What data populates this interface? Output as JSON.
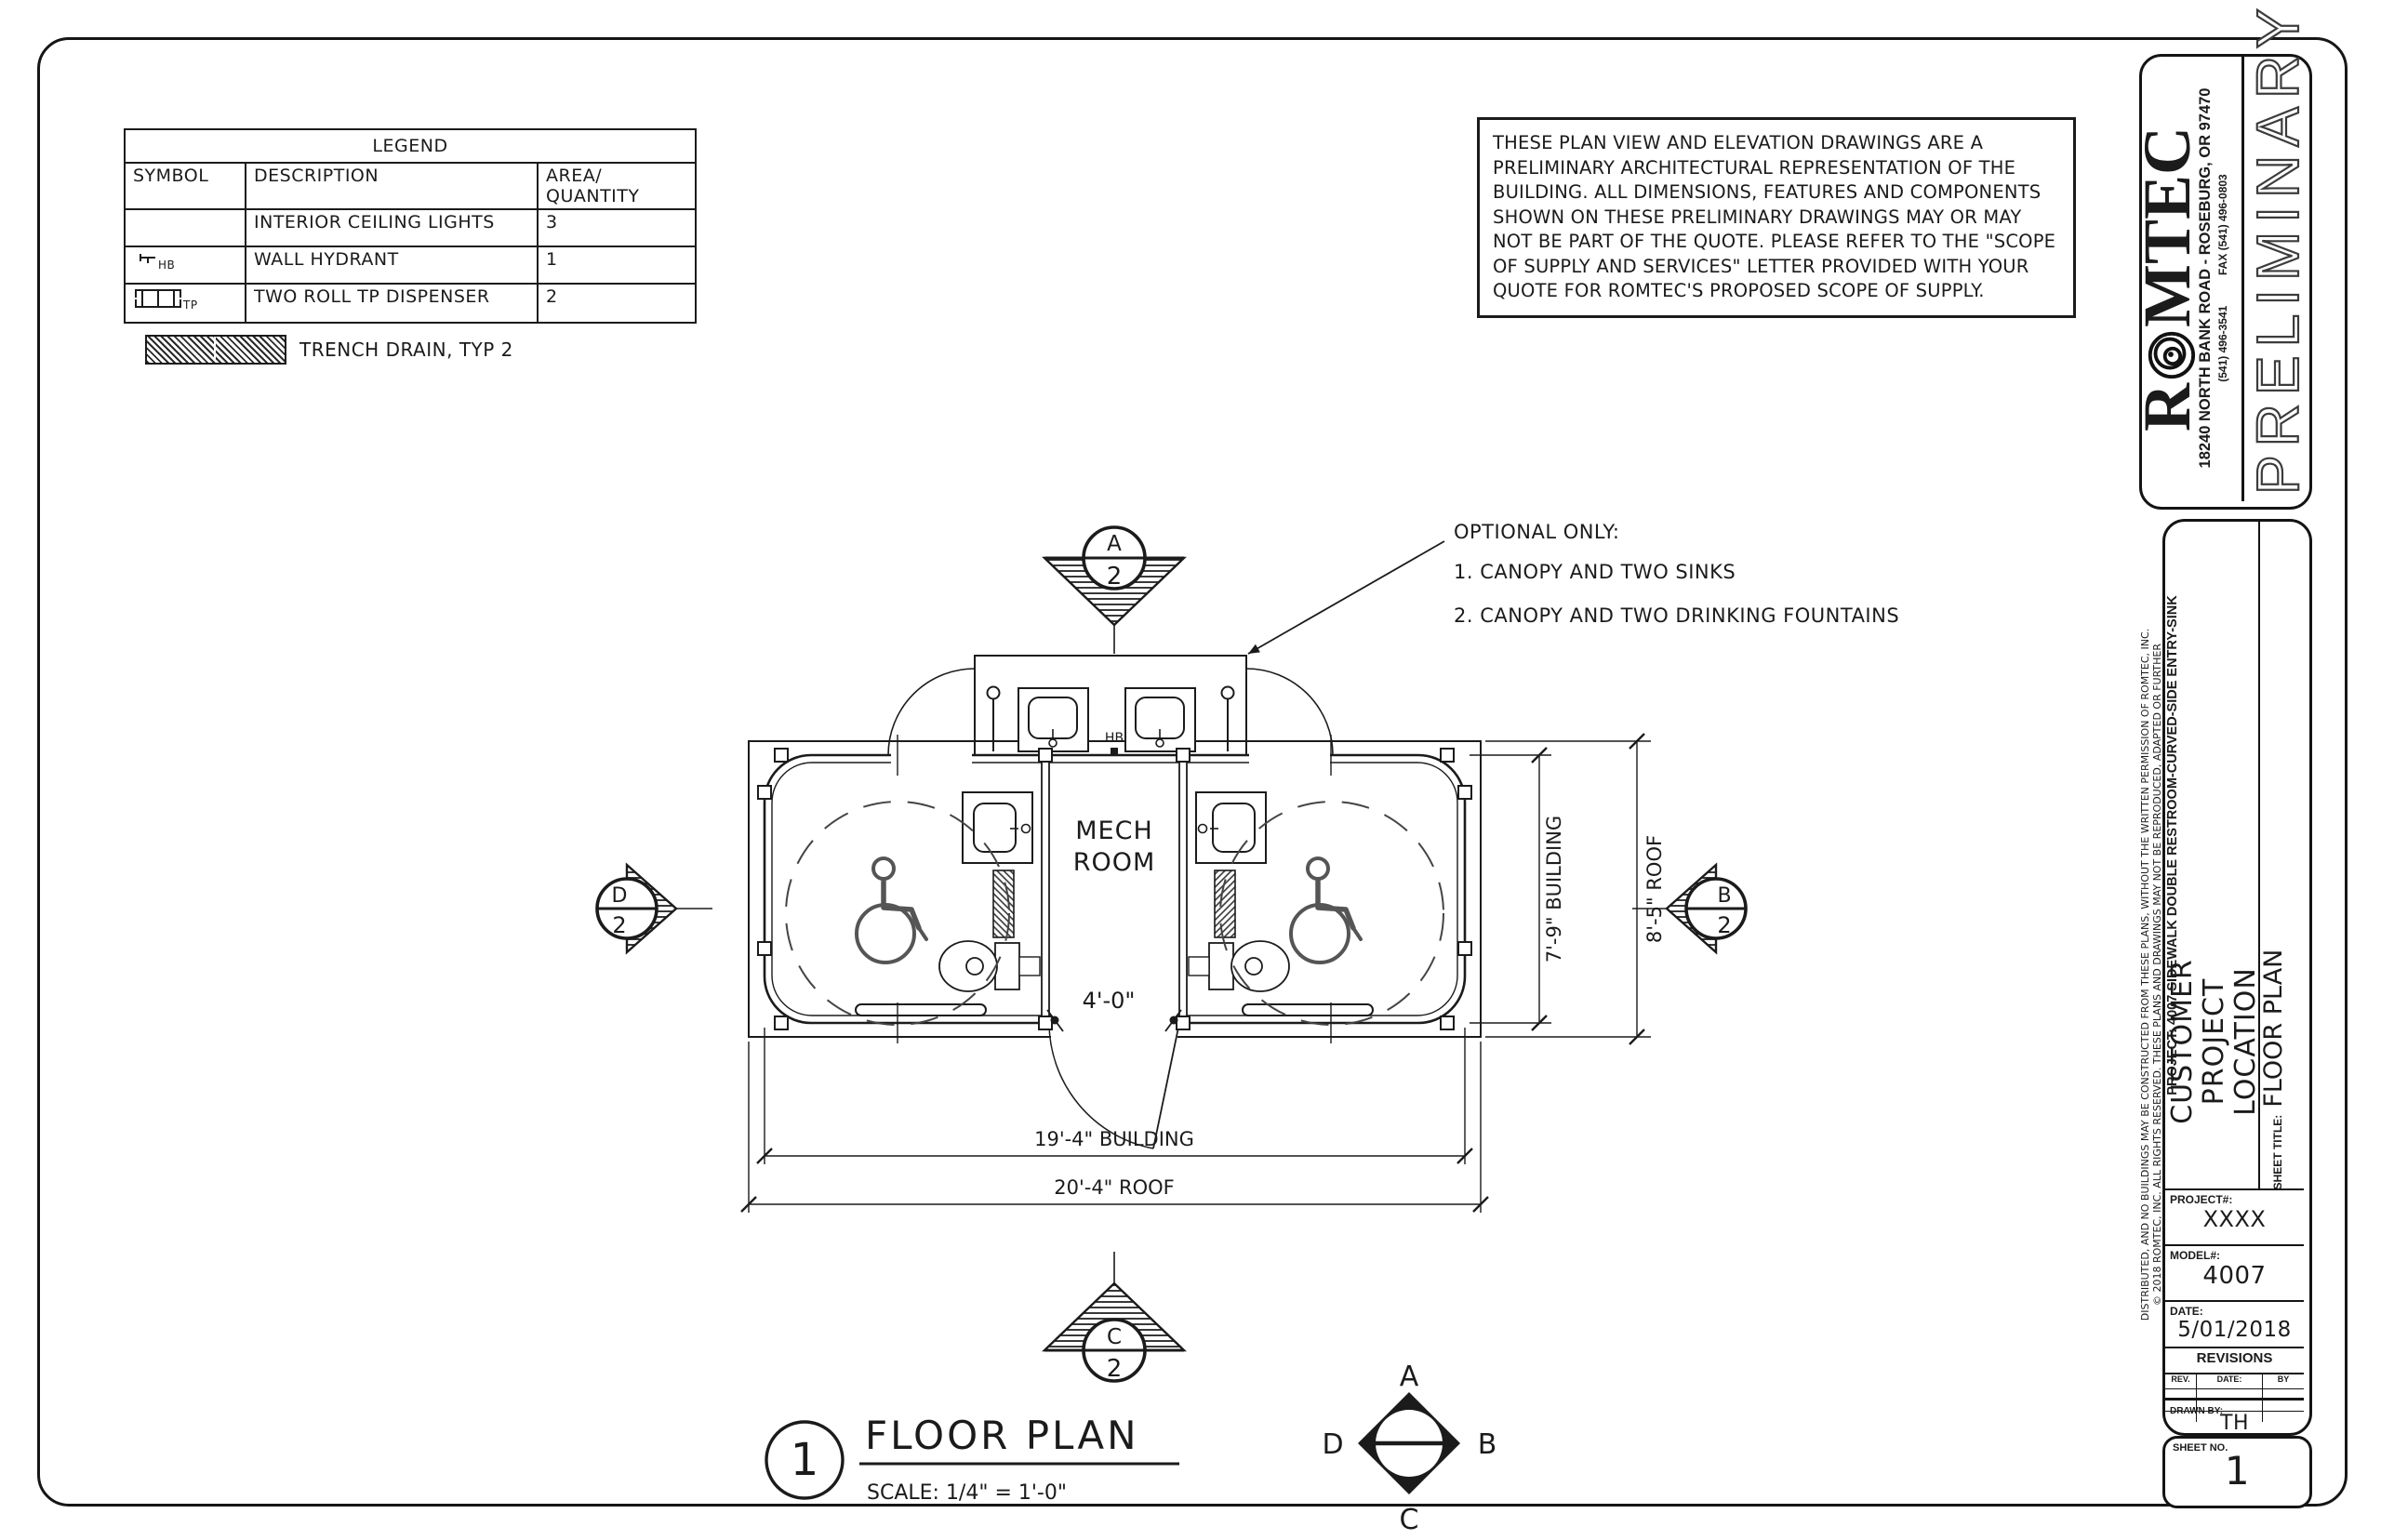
{
  "legend": {
    "title": "LEGEND",
    "col_symbol": "SYMBOL",
    "col_description": "DESCRIPTION",
    "col_area1": "AREA/",
    "col_area2": "QUANTITY",
    "rows": [
      {
        "symbol": "",
        "description": "INTERIOR CEILING LIGHTS",
        "qty": "3"
      },
      {
        "symbol": "HB",
        "description": "WALL HYDRANT",
        "qty": "1"
      },
      {
        "symbol": "TP",
        "description": "TWO ROLL TP DISPENSER",
        "qty": "2"
      }
    ],
    "trench_note": "TRENCH DRAIN, TYP 2"
  },
  "disclaimer": "THESE PLAN VIEW AND ELEVATION DRAWINGS ARE A PRELIMINARY ARCHITECTURAL REPRESENTATION OF THE BUILDING. ALL DIMENSIONS, FEATURES AND COMPONENTS SHOWN ON THESE PRELIMINARY DRAWINGS MAY OR MAY NOT BE PART OF THE QUOTE. PLEASE REFER TO THE \"SCOPE OF SUPPLY AND SERVICES\" LETTER PROVIDED WITH YOUR QUOTE FOR ROMTEC'S PROPOSED SCOPE OF SUPPLY.",
  "optional_note": {
    "title": "OPTIONAL ONLY:",
    "item1": "1. CANOPY AND TWO SINKS",
    "item2": "2. CANOPY AND TWO DRINKING FOUNTAINS"
  },
  "plan": {
    "room_label_1": "MECH",
    "room_label_2": "ROOM",
    "door_dim": "4'-0\"",
    "hb_label": "HB",
    "dim_building_w": "19'-4\" BUILDING",
    "dim_roof_w": "20'-4\" ROOF",
    "dim_building_h": "7'-9\" BUILDING",
    "dim_roof_h": "8'-5\" ROOF",
    "section_top_letter": "A",
    "section_top_num": "2",
    "section_right_letter": "B",
    "section_right_num": "2",
    "section_bottom_letter": "C",
    "section_bottom_num": "2",
    "section_left_letter": "D",
    "section_left_num": "2"
  },
  "view_title": {
    "number": "1",
    "title": "FLOOR PLAN",
    "scale": "SCALE: 1/4\" = 1'-0\""
  },
  "compass": {
    "top": "A",
    "right": "B",
    "bottom": "C",
    "left": "D"
  },
  "titleblock": {
    "logo_r": "R",
    "logo_rest": "MTEC",
    "address": "18240 NORTH BANK ROAD - ROSEBURG, OR 97470",
    "phone": "(541) 496-3541",
    "fax": "FAX (541) 496-0803",
    "preliminary": "PRELIMINARY",
    "copyright_line1": "© 2018 ROMTEC, INC. ALL RIGHTS RESERVED.  THESE PLANS AND DRAWINGS MAY NOT BE REPRODUCED, ADAPTED OR FURTHER",
    "copyright_line2": "DISTRIBUTED, AND NO BUILDINGS MAY BE CONSTRUCTED FROM THESE PLANS, WITHOUT THE WRITTEN PERMISSION OF ROMTEC, INC.",
    "project_line": "PROJECT: 4007 SIDEWALK DOUBLE RESTROOM-CURVED-SIDE ENTRY-SINK",
    "customer_line1": "CUSTOMER",
    "customer_line2": "PROJECT",
    "customer_line3": "LOCATION",
    "sheet_title_label": "SHEET TITLE:",
    "sheet_title": "FLOOR PLAN",
    "project_no_label": "PROJECT#:",
    "project_no": "XXXX",
    "model_no_label": "MODEL#:",
    "model_no": "4007",
    "date_label": "DATE:",
    "date": "5/01/2018",
    "revisions_label": "REVISIONS",
    "rev_col": "REV.",
    "rev_date_col": "DATE:",
    "rev_by_col": "BY",
    "drawn_by_label": "DRAWN BY:",
    "drawn_by": "TH",
    "sheet_no_label": "SHEET NO.",
    "sheet_no": "1"
  }
}
